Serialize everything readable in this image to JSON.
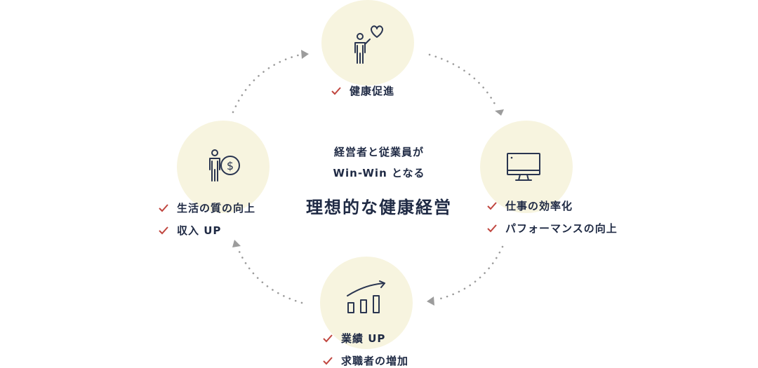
{
  "colors": {
    "circle_fill": "#f7f4df",
    "check": "#c0463f",
    "text": "#1f2a44",
    "arrow": "#9c9c9c",
    "icon_stroke": "#2a3550"
  },
  "center": {
    "line1": "経営者と従業員が",
    "line2": "Win-Win となる",
    "title": "理想的な健康経営"
  },
  "nodes": {
    "top": {
      "icon": "person-heart-icon",
      "items": [
        "健康促進"
      ]
    },
    "right": {
      "icon": "monitor-icon",
      "items": [
        "仕事の効率化",
        "パフォーマンスの向上"
      ]
    },
    "bottom": {
      "icon": "bar-growth-icon",
      "items": [
        "業績 UP",
        "求職者の増加"
      ]
    },
    "left": {
      "icon": "person-dollar-icon",
      "items": [
        "生活の質の向上",
        "収入 UP"
      ]
    }
  }
}
